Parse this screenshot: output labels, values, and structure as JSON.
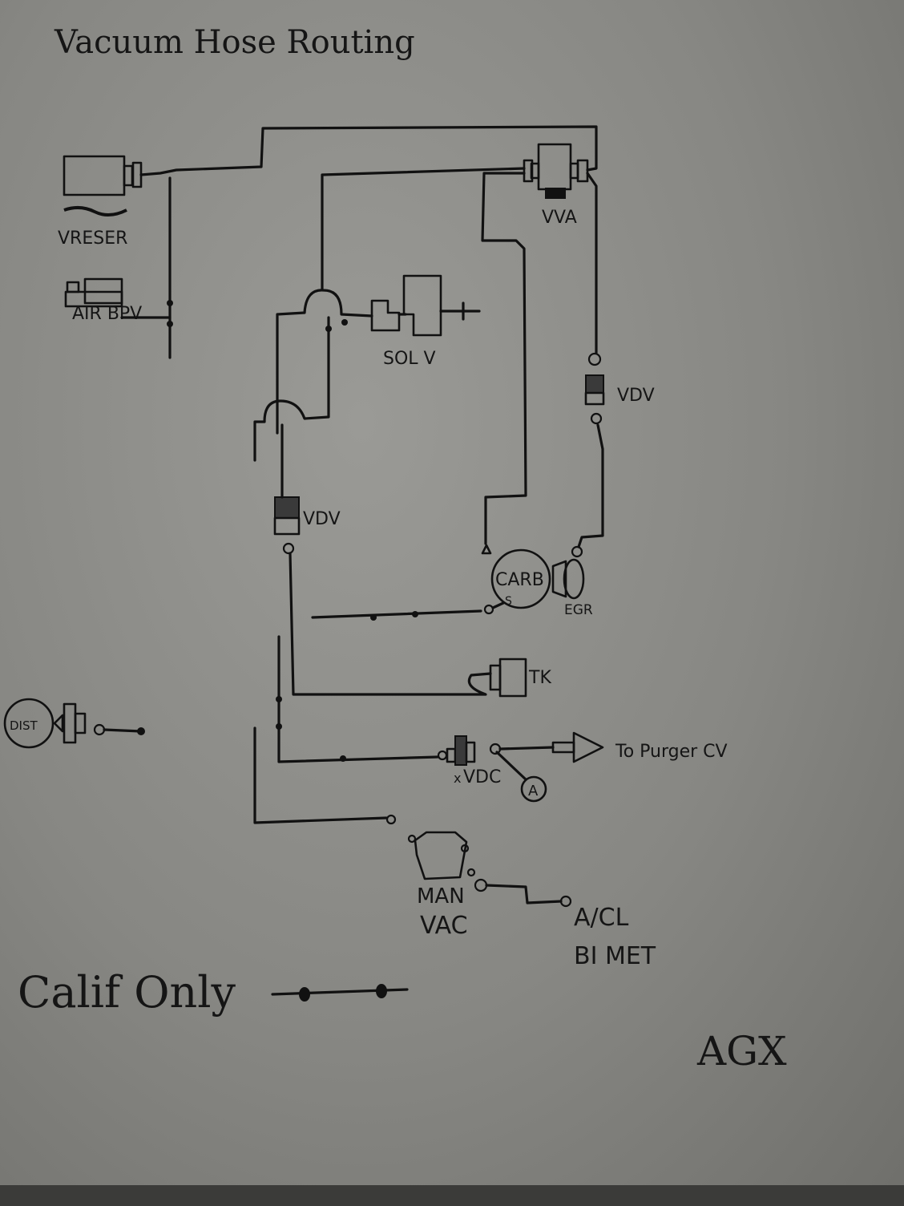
{
  "title": "Vacuum Hose Routing",
  "labels": {
    "vreser": "VRESER",
    "air_bpv": "AIR BPV",
    "vva": "VVA",
    "sol_v": "SOL V",
    "vdv_left": "VDV",
    "vdv_right": "VDV",
    "carb": "CARB",
    "carb_port": "S",
    "egr": "EGR",
    "tk": "TK",
    "dist": "DIST",
    "vdc": "VDC",
    "vdc_mark": "x",
    "circle_a": "A",
    "purge": "To Purger CV",
    "man_vac_line1": "MAN",
    "man_vac_line2": "VAC",
    "acl_line1": "A/CL",
    "acl_line2": "BI MET"
  },
  "legend": {
    "text": "Calif Only"
  },
  "signature": "AGX"
}
